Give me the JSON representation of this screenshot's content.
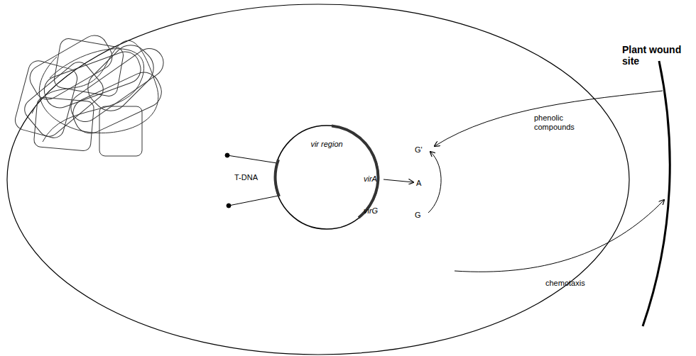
{
  "diagram": {
    "nodes": [
      {
        "text": [
          "vir region"
        ]
      }
    ],
    "labels": [
      "T-DNA",
      "virA",
      "virG",
      "G'",
      "A",
      "G",
      "phenolic compounds",
      "chemotaxis",
      "Plant wound site"
    ]
  }
}
